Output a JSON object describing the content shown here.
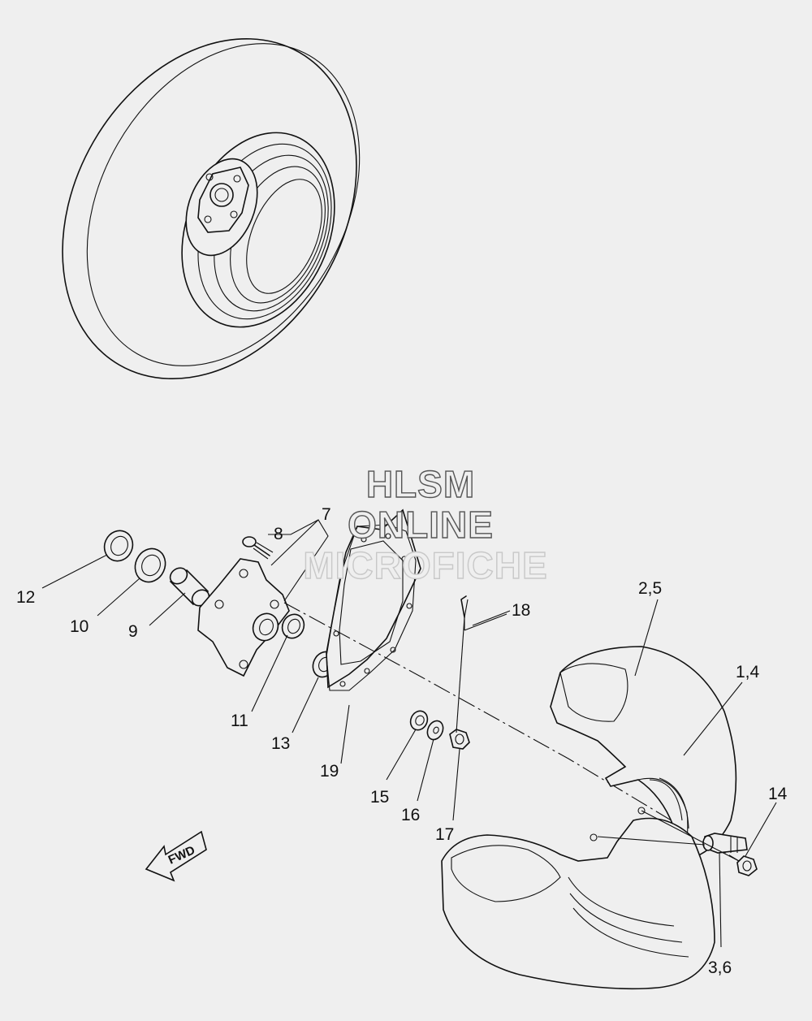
{
  "watermark": {
    "line1": "HLSM",
    "line2": "ONLINE",
    "line3": "MICROFICHE",
    "color_dark": "#555555",
    "color_light": "#c8c8c8"
  },
  "direction_arrow": {
    "label": "FWD"
  },
  "callouts": {
    "c7": "7",
    "c8": "8",
    "c12": "12",
    "c10": "10",
    "c9": "9",
    "c11": "11",
    "c13": "13",
    "c19": "19",
    "c15": "15",
    "c16": "16",
    "c17": "17",
    "c18": "18",
    "c25": "2,5",
    "c14a": "1,4",
    "c14": "14",
    "c36": "3,6"
  }
}
